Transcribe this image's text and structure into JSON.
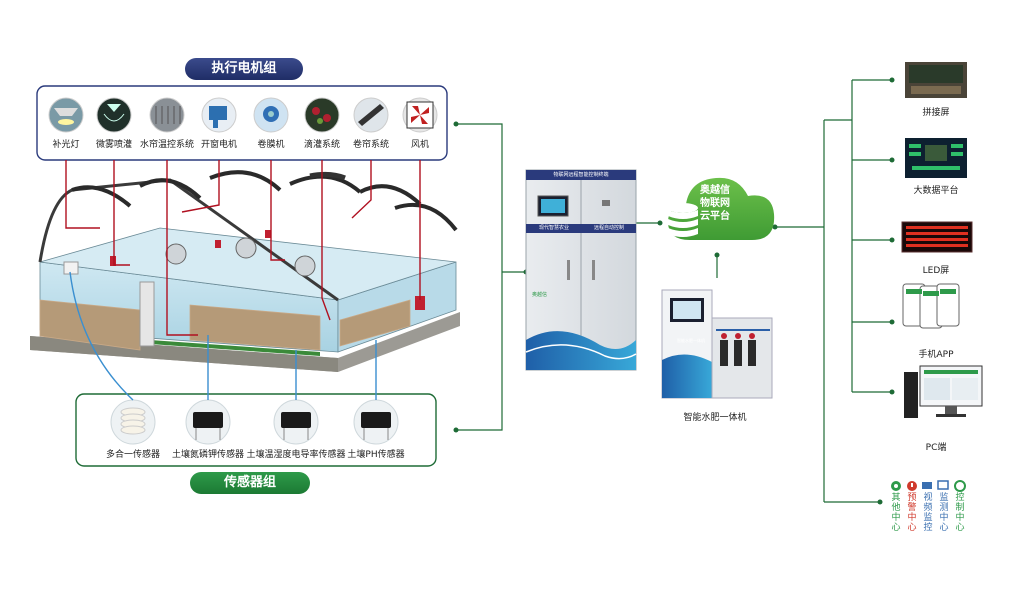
{
  "actuator_group": {
    "title": "执行电机组",
    "items": [
      {
        "label": "补光灯",
        "icon": "grow-light-icon"
      },
      {
        "label": "微雾喷灌",
        "icon": "mist-spray-icon"
      },
      {
        "label": "水帘温控系统",
        "icon": "water-curtain-icon"
      },
      {
        "label": "开窗电机",
        "icon": "window-motor-icon"
      },
      {
        "label": "卷膜机",
        "icon": "film-roller-icon"
      },
      {
        "label": "滴灌系统",
        "icon": "drip-irrigation-icon"
      },
      {
        "label": "卷帘系统",
        "icon": "roller-shutter-icon"
      },
      {
        "label": "风机",
        "icon": "fan-icon"
      }
    ]
  },
  "sensor_group": {
    "title": "传感器组",
    "items": [
      {
        "label": "多合一传感器",
        "icon": "multi-sensor-icon"
      },
      {
        "label": "土壤氮磷钾传感器",
        "icon": "npk-sensor-icon"
      },
      {
        "label": "土壤温湿度电导率传感器",
        "icon": "soil-ec-sensor-icon"
      },
      {
        "label": "土壤PH传感器",
        "icon": "soil-ph-sensor-icon"
      }
    ]
  },
  "cabinet": {
    "header": "物联网远程智能控制终端",
    "left_panel": "现代智慧农业",
    "right_panel": "远程自动控制",
    "brand": "奥越信"
  },
  "cloud": {
    "lines": [
      "奥越信",
      "物联网",
      "云平台"
    ]
  },
  "fertigation": {
    "label": "智能水肥一体机",
    "screen_text": "智能水肥一体机"
  },
  "outputs": [
    {
      "label": "拼接屏",
      "icon": "video-wall-icon"
    },
    {
      "label": "大数据平台",
      "icon": "big-data-icon"
    },
    {
      "label": "LED屏",
      "icon": "led-screen-icon"
    },
    {
      "label": "手机APP",
      "icon": "mobile-app-icon"
    },
    {
      "label": "PC端",
      "icon": "pc-icon"
    }
  ],
  "centers": [
    {
      "label": "其他中心",
      "icon": "gear-icon",
      "color": "#2e9a4a"
    },
    {
      "label": "预警中心",
      "icon": "alert-icon",
      "color": "#d03a2c"
    },
    {
      "label": "视频监控",
      "icon": "camera-icon",
      "color": "#3a6fb0"
    },
    {
      "label": "监测中心",
      "icon": "monitor-icon",
      "color": "#3a6fb0"
    },
    {
      "label": "控制中心",
      "icon": "control-icon",
      "color": "#2e9a4a"
    }
  ],
  "colors": {
    "line": "#1e6b36",
    "navy": "#2a3a7c",
    "green": "#2e9a4a",
    "greenhouse_red": "#b01020"
  }
}
